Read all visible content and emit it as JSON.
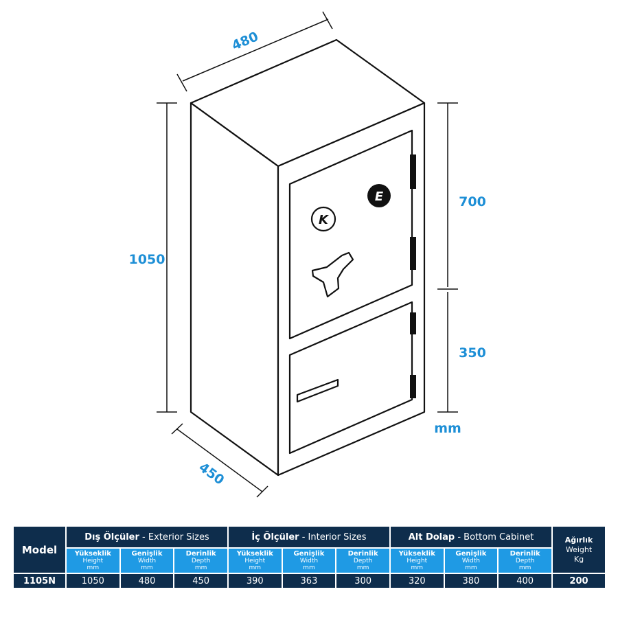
{
  "dimensions": {
    "width": "480",
    "height": "1050",
    "depth": "450",
    "upper": "700",
    "lower": "350",
    "unit": "mm"
  },
  "safe": {
    "lock_labels": {
      "key": "K",
      "electronic": "E"
    }
  },
  "table": {
    "model_header": "Model",
    "groups": [
      {
        "bold": "Dış Ölçüler",
        "sub": " - Exterior Sizes"
      },
      {
        "bold": "İç Ölçüler",
        "sub": " - Interior Sizes"
      },
      {
        "bold": "Alt Dolap",
        "sub": " - Bottom Cabinet"
      }
    ],
    "weight_header": {
      "bold": "Ağırlık",
      "line2": "Weight",
      "line3": "Kg"
    },
    "sub_headers": [
      {
        "tr": "Yükseklik",
        "en": "Height",
        "unit": "mm"
      },
      {
        "tr": "Genişlik",
        "en": "Width",
        "unit": "mm"
      },
      {
        "tr": "Derinlik",
        "en": "Depth",
        "unit": "mm"
      }
    ],
    "row": {
      "model": "1105N",
      "values": [
        "1050",
        "480",
        "450",
        "390",
        "363",
        "300",
        "320",
        "380",
        "400"
      ],
      "weight": "200"
    }
  },
  "colors": {
    "accent": "#1e8fd6",
    "navy": "#0e2d4c",
    "header_blue": "#1f9ae4"
  }
}
